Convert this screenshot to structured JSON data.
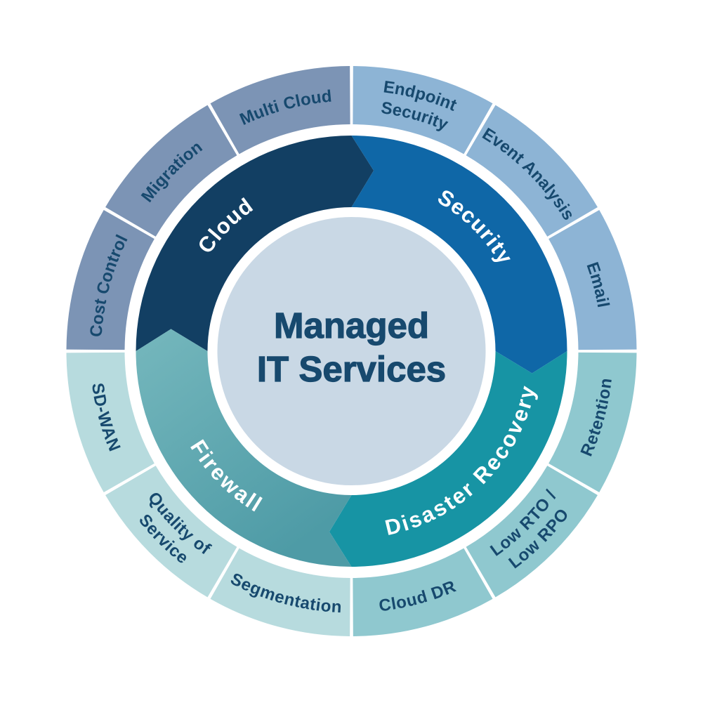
{
  "title": {
    "line1": "Managed",
    "line2": "IT Services"
  },
  "colors": {
    "background": "#FFFFFF",
    "center_circle": "#C9D8E5",
    "title_text": "#17496E",
    "inner_label_text": "#FFFFFF",
    "outer_label_text": "#17496E",
    "divider": "#FFFFFF"
  },
  "wheel": {
    "center_label": "Managed IT Services",
    "flow": "clockwise",
    "quadrants": [
      {
        "id": "cloud",
        "label": "Cloud",
        "start_angle": 270,
        "end_angle": 360,
        "inner_color": "#123F63",
        "outer_color": "#7C94B5",
        "outer_segments": [
          {
            "id": "cost-control",
            "label_lines": [
              "Cost Control"
            ],
            "mid_angle": 285
          },
          {
            "id": "migration",
            "label_lines": [
              "Migration"
            ],
            "mid_angle": 315
          },
          {
            "id": "multi-cloud",
            "label_lines": [
              "Multi Cloud"
            ],
            "mid_angle": 345
          }
        ]
      },
      {
        "id": "security",
        "label": "Security",
        "start_angle": 0,
        "end_angle": 90,
        "inner_color": "#0F67A7",
        "outer_color": "#8DB4D5",
        "outer_segments": [
          {
            "id": "endpoint-security",
            "label_lines": [
              "Endpoint",
              "Security"
            ],
            "mid_angle": 15
          },
          {
            "id": "event-analysis",
            "label_lines": [
              "Event Analysis"
            ],
            "mid_angle": 45
          },
          {
            "id": "email",
            "label_lines": [
              "Email"
            ],
            "mid_angle": 75
          }
        ]
      },
      {
        "id": "disaster-recovery",
        "label": "Disaster Recovery",
        "start_angle": 90,
        "end_angle": 180,
        "inner_color": "#1794A4",
        "outer_color": "#8FC8CF",
        "outer_segments": [
          {
            "id": "retention",
            "label_lines": [
              "Retention"
            ],
            "mid_angle": 105
          },
          {
            "id": "low-rto-low-rpo",
            "label_lines": [
              "Low RTO /",
              "Low RPO"
            ],
            "mid_angle": 135
          },
          {
            "id": "cloud-dr",
            "label_lines": [
              "Cloud DR"
            ],
            "mid_angle": 165
          }
        ]
      },
      {
        "id": "firewall",
        "label": "Firewall",
        "start_angle": 180,
        "end_angle": 270,
        "inner_color": "#58A5AD",
        "inner_gradient": [
          "#4E9BA6",
          "#72B5BB"
        ],
        "outer_color": "#B7DBDE",
        "outer_segments": [
          {
            "id": "segmentation",
            "label_lines": [
              "Segmentation"
            ],
            "mid_angle": 195
          },
          {
            "id": "quality-of-service",
            "label_lines": [
              "Quality of",
              "Service"
            ],
            "mid_angle": 225
          },
          {
            "id": "sd-wan",
            "label_lines": [
              "SD-WAN"
            ],
            "mid_angle": 255
          }
        ]
      }
    ]
  }
}
